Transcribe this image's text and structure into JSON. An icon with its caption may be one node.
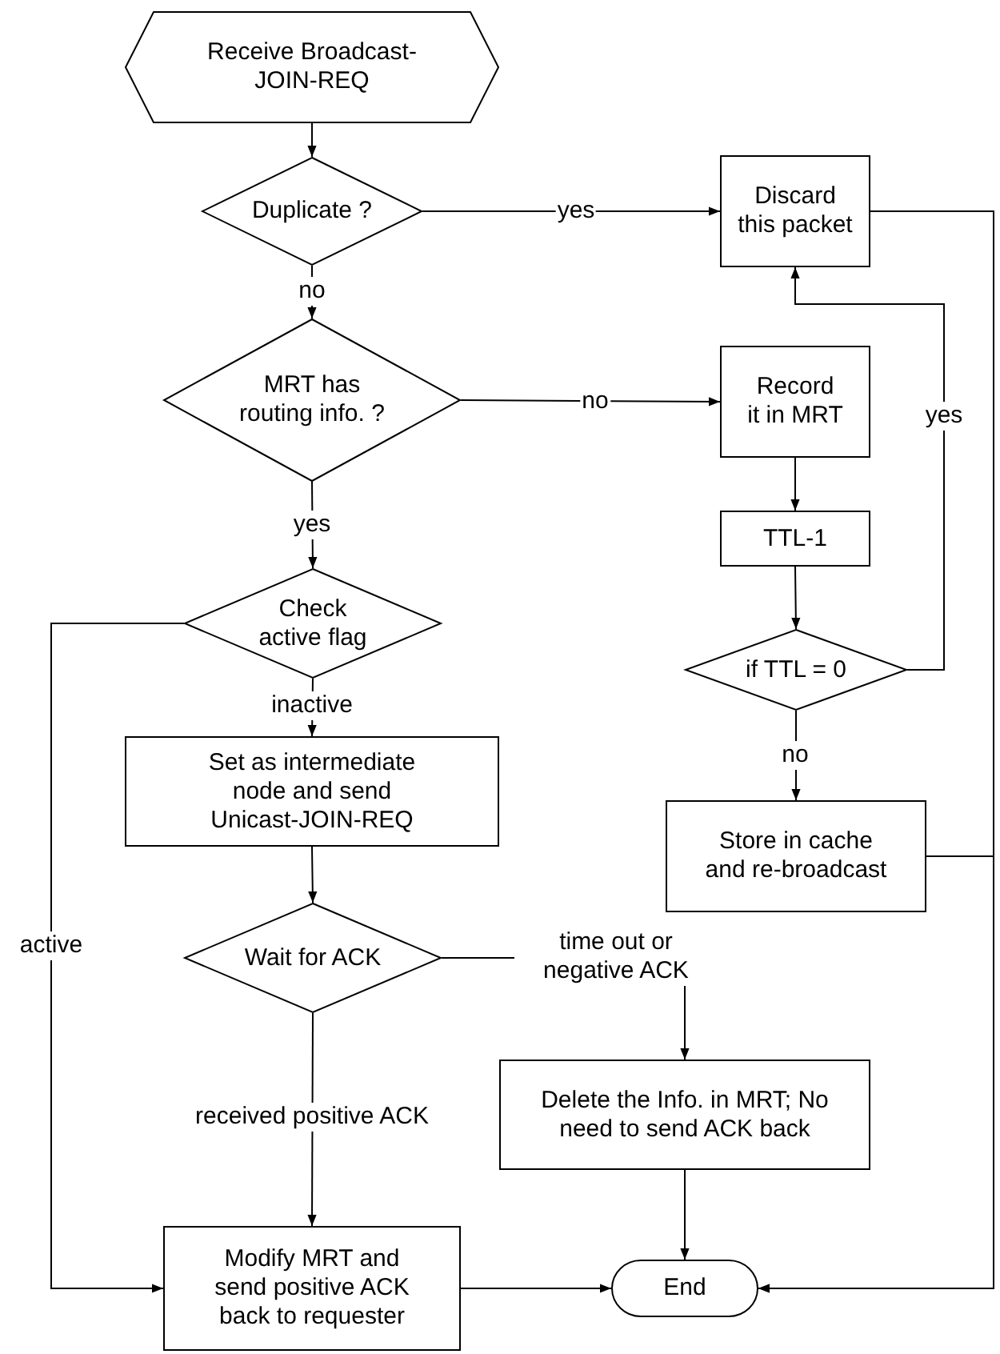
{
  "diagram": {
    "nodes": [
      {
        "text": [
          "Receive Broadcast-JOIN-REQ"
        ]
      },
      {
        "text": [
          "Duplicate ?"
        ]
      },
      {
        "text": [
          "Discard this packet"
        ]
      },
      {
        "text": [
          "MRT has routing info. ?"
        ]
      },
      {
        "text": [
          "Record it in MRT"
        ]
      },
      {
        "text": [
          "TTL-1"
        ]
      },
      {
        "text": [
          "if TTL = 0"
        ]
      },
      {
        "text": [
          "Check active flag"
        ]
      },
      {
        "text": [
          "Set as intermediate node and send Unicast-JOIN-REQ"
        ]
      },
      {
        "text": [
          "Store in cache and re-broadcast"
        ]
      },
      {
        "text": [
          "Wait for ACK"
        ]
      },
      {
        "text": [
          "Delete the Info. in MRT; No need to send ACK back"
        ]
      },
      {
        "text": [
          "Modify MRT and send positive ACK back to requester"
        ]
      },
      {
        "text": [
          "End"
        ]
      }
    ],
    "edges": [
      {
        "from": 0,
        "to": 1,
        "arrow": "to"
      },
      {
        "from": 1,
        "to": 2,
        "arrow": "to",
        "label": "yes"
      },
      {
        "from": 1,
        "to": 3,
        "arrow": "to",
        "label": "no"
      },
      {
        "from": 3,
        "to": 4,
        "arrow": "to",
        "label": "no"
      },
      {
        "from": 3,
        "to": 7,
        "arrow": "to",
        "label": "yes"
      },
      {
        "from": 4,
        "to": 5,
        "arrow": "to"
      },
      {
        "from": 5,
        "to": 6,
        "arrow": "to"
      },
      {
        "from": 6,
        "to": 2,
        "arrow": "to",
        "label": "yes"
      },
      {
        "from": 6,
        "to": 9,
        "arrow": "to",
        "label": "no"
      },
      {
        "from": 7,
        "to": 8,
        "arrow": "to",
        "label": "inactive"
      },
      {
        "from": 7,
        "to": 12,
        "arrow": "to",
        "label": "active"
      },
      {
        "from": 8,
        "to": 10,
        "arrow": "to"
      },
      {
        "from": 10,
        "to": 11,
        "arrow": "to",
        "label": "time out or negative ACK"
      },
      {
        "from": 10,
        "to": 12,
        "arrow": "to",
        "label": "received positive ACK"
      },
      {
        "from": 11,
        "to": 13,
        "arrow": "to"
      },
      {
        "from": 12,
        "to": 13,
        "arrow": "to"
      },
      {
        "from": 2,
        "to": 13,
        "arrow": "to"
      },
      {
        "from": 9,
        "to": 13,
        "arrow": "to"
      }
    ]
  }
}
